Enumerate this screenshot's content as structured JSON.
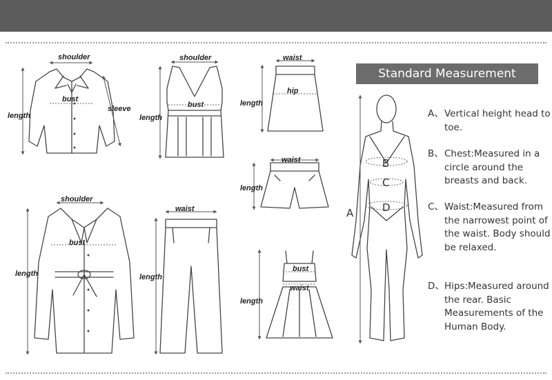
{
  "header": {
    "background_color": "#5c5c5c"
  },
  "garment_labels": {
    "shirt": {
      "shoulder": "shoulder",
      "bust": "bust",
      "sleeve": "sleeve",
      "length": "length"
    },
    "tank": {
      "shoulder": "shoulder",
      "bust": "bust",
      "length": "length"
    },
    "skirt": {
      "waist": "waist",
      "hip": "hip",
      "length": "length"
    },
    "shorts": {
      "waist": "waist",
      "length": "length"
    },
    "coat": {
      "shoulder": "shoulder",
      "bust": "bust",
      "length": "length"
    },
    "pants": {
      "waist": "waist",
      "length": "length"
    },
    "dress": {
      "bust": "bust",
      "waist": "waist",
      "length": "length"
    }
  },
  "standard": {
    "title": "Standard Measurement",
    "title_bg": "#6c6c6c",
    "figure_labels": {
      "a": "A",
      "b": "B",
      "c": "C",
      "d": "D"
    },
    "definitions": [
      {
        "letter": "A、",
        "text": "Vertical height head to toe."
      },
      {
        "letter": "B、",
        "text": "Chest:Measured in a circle around the breasts and back."
      },
      {
        "letter": "C、",
        "text": "Waist:Measured from the narrowest point of the waist. Body should be relaxed."
      },
      {
        "letter": "D、",
        "text": "Hips:Measured around the rear. Basic Measurements of the Human Body."
      }
    ]
  }
}
